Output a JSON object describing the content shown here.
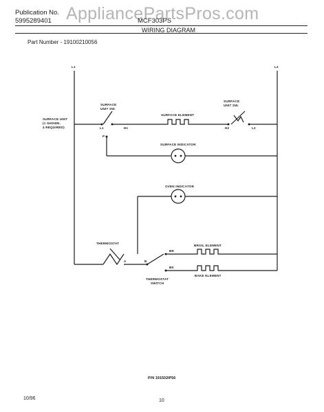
{
  "header": {
    "publication_label": "Publication No.",
    "publication_number": "5995289401",
    "model": "MCF303PS",
    "title": "WIRING DIAGRAM",
    "watermark": "AppliancePartsPros.com"
  },
  "part_number": "Part Number - 19100210056",
  "diagram": {
    "l1": "L1",
    "l2": "L2",
    "surface_unit_sw_left": [
      "SURFACE",
      "UNIT SW."
    ],
    "surface_unit_sw_right": [
      "SURFACE",
      "UNIT SW."
    ],
    "surface_unit_note": [
      "SURFACE UNIT",
      "(1 SHOWN,",
      "4 REQUIRED)"
    ],
    "surface_element": "SURFACE ELEMENT",
    "surface_indicator": "SURFACE INDICATOR",
    "oven_indicator": "OVEN INDICATOR",
    "thermostat": "THERMOSTAT",
    "thermostat_switch": [
      "THERMOSTAT",
      "SWITCH"
    ],
    "broil_element": "BROIL ELEMENT",
    "bake_element": "BAKE ELEMENT",
    "terminals": {
      "l1": "L1",
      "h1": "H1",
      "h2": "H2",
      "l2": "L2",
      "p": "P",
      "br": "BR",
      "bk": "BK",
      "a": "A",
      "b": "B"
    }
  },
  "pn": "P/N  191502IP56",
  "footer": {
    "date": "10/96",
    "page": "10"
  }
}
